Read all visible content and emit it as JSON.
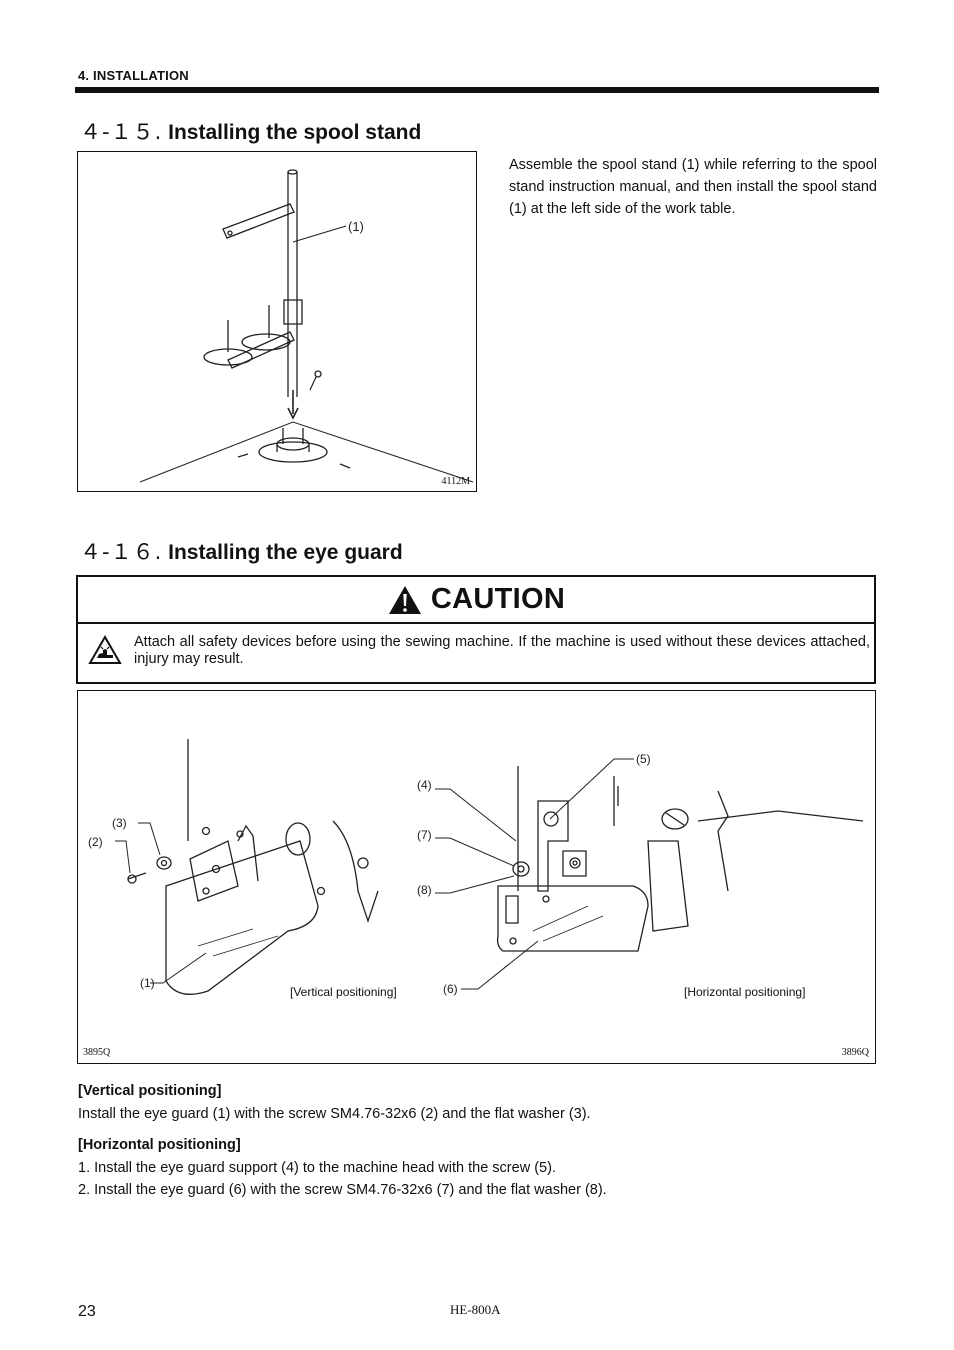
{
  "header": {
    "running_head": "4. INSTALLATION"
  },
  "section_415": {
    "number": "４-１５.",
    "title": "Installing the spool stand",
    "figure_code": "4112M",
    "callout": "(1)",
    "paragraph": "Assemble the spool stand (1) while referring to the spool stand instruction manual, and then install the spool stand (1) at the left side of the work table."
  },
  "section_416": {
    "number": "４-１６.",
    "title": "Installing the eye guard",
    "caution": {
      "heading": "CAUTION",
      "text": "Attach all safety devices before using the sewing machine. If the machine is used without these devices attached, injury may result."
    },
    "figure": {
      "left_code": "3895Q",
      "right_code": "3896Q",
      "left_caption": "[Vertical positioning]",
      "right_caption": "[Horizontal positioning]",
      "left_callouts": [
        "(3)",
        "(2)",
        "(1)"
      ],
      "right_callouts": [
        "(4)",
        "(5)",
        "(7)",
        "(8)",
        "(6)"
      ]
    },
    "vertical": {
      "heading": "[Vertical positioning]",
      "text": "Install the eye guard (1) with the screw SM4.76-32x6 (2) and the flat washer (3)."
    },
    "horizontal": {
      "heading": "[Horizontal positioning]",
      "steps": [
        "1. Install the eye guard support (4) to the machine head with the screw (5).",
        "2. Install the eye guard (6) with the screw SM4.76-32x6 (7) and the flat washer (8)."
      ]
    }
  },
  "footer": {
    "page_number": "23",
    "model": "HE-800A"
  }
}
